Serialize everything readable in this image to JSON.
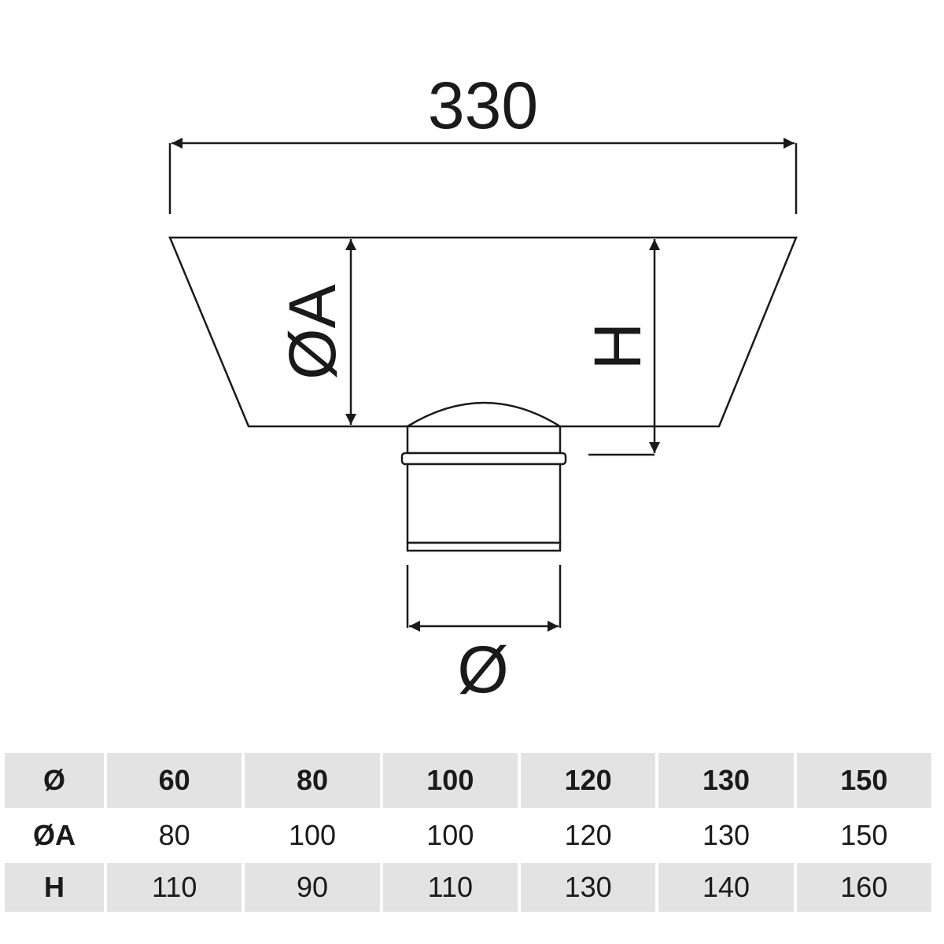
{
  "drawing": {
    "overall_width_label": "330",
    "outer_diameter_label": "ØA",
    "height_label": "H",
    "pipe_diameter_label": "Ø"
  },
  "table": {
    "header": {
      "label": "Ø",
      "values": [
        "60",
        "80",
        "100",
        "120",
        "130",
        "150"
      ]
    },
    "rows": [
      {
        "label": "ØA",
        "values": [
          "80",
          "100",
          "100",
          "120",
          "130",
          "150"
        ]
      },
      {
        "label": "H",
        "values": [
          "110",
          "90",
          "110",
          "130",
          "140",
          "160"
        ]
      }
    ]
  },
  "colors": {
    "line": "#1a1a1a",
    "header_fill": "#e3e3e4"
  }
}
